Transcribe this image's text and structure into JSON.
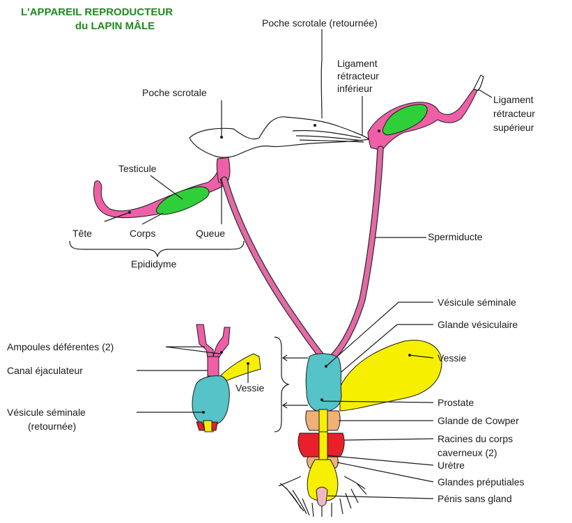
{
  "title": {
    "line1": "L'APPAREIL REPRODUCTEUR",
    "line2": "du LAPIN MÂLE"
  },
  "labels": {
    "poche_scrotale_retournee": "Poche scrotale (retournée)",
    "ligament_inferieur_1": "Ligament",
    "ligament_inferieur_2": "rétracteur",
    "ligament_inferieur_3": "inférieur",
    "ligament_superieur_1": "Ligament",
    "ligament_superieur_2": "rétracteur",
    "ligament_superieur_3": "supérieur",
    "poche_scrotale": "Poche scrotale",
    "testicule": "Testicule",
    "tete": "Tête",
    "corps": "Corps",
    "queue": "Queue",
    "epididyme": "Epididyme",
    "spermiducte": "Spermiducte",
    "vesicule_seminale": "Vésicule séminale",
    "glande_vesiculaire": "Glande vésiculaire",
    "vessie": "Vessie",
    "prostate": "Prostate",
    "glande_cowper": "Glande de Cowper",
    "racines_1": "Racines du corps",
    "racines_2": "caverneux (2)",
    "uretre": "Urètre",
    "glandes_preputiales": "Glandes préputiales",
    "penis": "Pénis sans gland",
    "ampoules": "Ampoules déférentes (2)",
    "canal": "Canal éjaculateur",
    "vessie_inset": "Vessie",
    "vesicule_retournee_1": "Vésicule séminale",
    "vesicule_retournee_2": "(retournée)"
  },
  "colors": {
    "title": "#1e8a1e",
    "testicule": "#2fcf3a",
    "epididyme": "#ee5fa7",
    "vesicule": "#55c3c7",
    "vessie": "#f6f000",
    "prostate": "#f0b07a",
    "racines": "#e8202a"
  }
}
